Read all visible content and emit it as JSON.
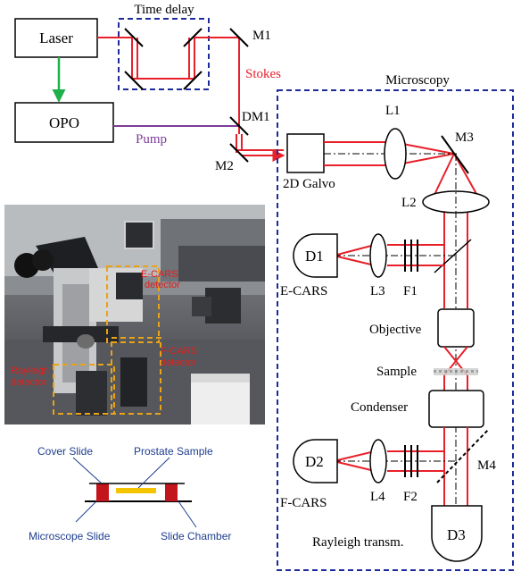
{
  "schematic": {
    "laser": "Laser",
    "opo": "OPO",
    "time_delay": "Time delay",
    "stokes": "Stokes",
    "pump": "Pump",
    "mirrors": {
      "m1": "M1",
      "m2": "M2",
      "dm1": "DM1",
      "m3": "M3",
      "m4": "M4"
    },
    "microscopy": "Microscopy",
    "galvo": "2D Galvo",
    "lenses": {
      "l1": "L1",
      "l2": "L2",
      "l3": "L3",
      "l4": "L4"
    },
    "filters": {
      "f1": "F1",
      "f2": "F2"
    },
    "detectors": {
      "d1": "D1",
      "d2": "D2",
      "d3": "D3"
    },
    "ecars": "E-CARS",
    "fcars": "F-CARS",
    "objective": "Objective",
    "sample": "Sample",
    "condenser": "Condenser",
    "rayleigh_transm": "Rayleigh transm."
  },
  "photo": {
    "ecars_detector": [
      "E-CARS",
      "detector"
    ],
    "fcars_detector": [
      "F-CARS",
      "detector"
    ],
    "rayleigh_detector": [
      "Rayleigh",
      "detector"
    ]
  },
  "slide": {
    "cover_slide": "Cover Slide",
    "prostate_sample": "Prostate Sample",
    "microscope_slide": "Microscope Slide",
    "slide_chamber": "Slide Chamber"
  },
  "colors": {
    "beam": "#e8202a",
    "green_arrow": "#1fb04b",
    "pump": "#7d3c98",
    "box_dash": "#1c2a9a",
    "slide_red": "#c3161c",
    "slide_yellow": "#f4c400",
    "slide_text": "#1e3d8f",
    "photo_label": "#e0201e",
    "photo_box": "#e8a317"
  }
}
